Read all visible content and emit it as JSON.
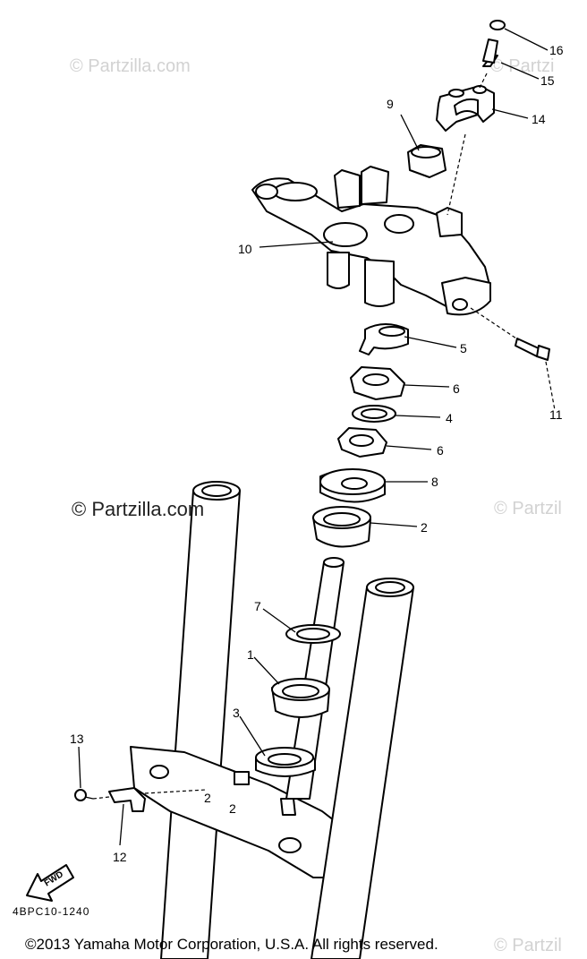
{
  "watermarks": {
    "main": "© Partzilla.com",
    "faint_top_left": "© Partzilla.com",
    "faint_top_right": "© Partzi",
    "faint_mid_right": "© Partzil",
    "faint_bottom_right": "© Partzil"
  },
  "diagram_code": "4BPC10-1240",
  "copyright": "©2013  Yamaha Motor Corporation, U.S.A. All rights reserved.",
  "fwd_label": "FWD",
  "callouts": {
    "c1": "1",
    "c2a": "2",
    "c2b": "2",
    "c2c": "2",
    "c3": "3",
    "c4": "4",
    "c5": "5",
    "c6a": "6",
    "c6b": "6",
    "c7": "7",
    "c8": "8",
    "c9": "9",
    "c10": "10",
    "c11": "11",
    "c12": "12",
    "c13": "13",
    "c14": "14",
    "c15": "15",
    "c16": "16"
  }
}
